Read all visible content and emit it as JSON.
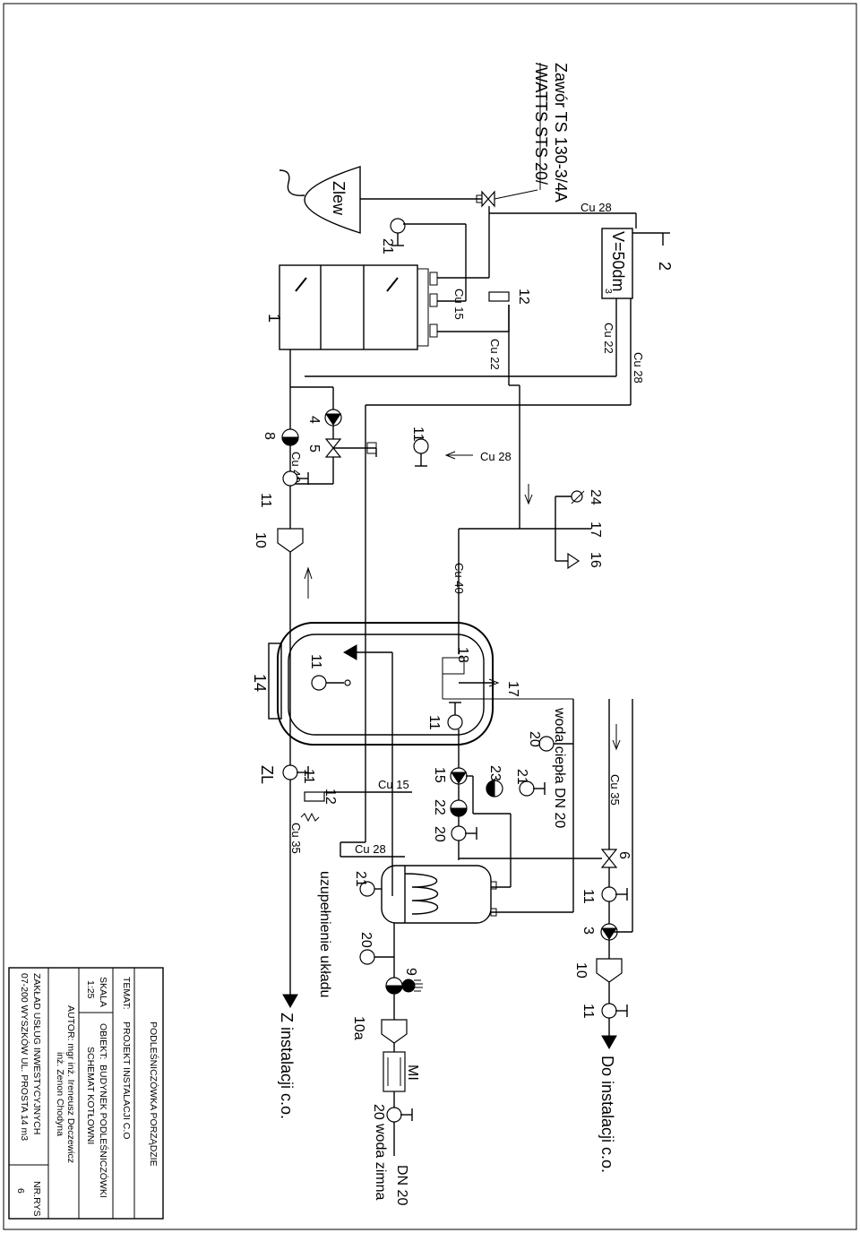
{
  "valve_title": {
    "line1": "Zawór TS 130-3/4A",
    "line2": "/WATTS STS 20/"
  },
  "sink": {
    "label": "Zlew"
  },
  "tank": {
    "label": "V=50dm",
    "sup": "3",
    "num": "2"
  },
  "pipes": {
    "cu28": "Cu 28",
    "cu22": "Cu 22",
    "cu15": "Cu 15",
    "cu40": "Cu 40",
    "cu35": "Cu 35"
  },
  "numbers": {
    "n1": "1",
    "n3": "3",
    "n4": "4",
    "n5": "5",
    "n6": "6",
    "n8": "8",
    "n9": "9",
    "n10": "10",
    "n10a": "10a",
    "n11": "11",
    "n12": "12",
    "n14": "14",
    "n15": "15",
    "n16": "16",
    "n17": "17",
    "n18": "18",
    "n20": "20",
    "n21": "21",
    "n22": "22",
    "n23": "23",
    "n24": "24"
  },
  "labels": {
    "hot_water": "woda ciepła DN 20",
    "cold_water_dn": "DN 20",
    "cold_water": "woda zimna",
    "to_install": "Do instalacji c.o.",
    "from_install": "Z instalacji c.o.",
    "refill": "uzupełnienie układu",
    "zl": "ZL",
    "mi": "MI"
  },
  "title_block": {
    "company": "PODLEŚNICZÓWKA PORZĄDZIE",
    "topic_label": "TEMAT:",
    "topic": "PROJEKT INSTALACJI C.O",
    "scale_label": "SKALA",
    "scale": "1:25",
    "object_label": "OBIEKT:",
    "object": "BUDYNEK PODLEŚNICZÓWKI",
    "scheme": "SCHEMAT KOTŁOWNI",
    "author": "AUTOR: mgr inż. Ireneusz Deczewicz",
    "author2": "inż. Zenon Chodyna",
    "firm1": "ZAKŁAD USŁUG INWESTYCYJNYCH",
    "firm2": "07-200 WYSZKÓW UL. PROSTA 14 m3",
    "drawing_no_label": "NR.RYS",
    "drawing_no": "6"
  }
}
